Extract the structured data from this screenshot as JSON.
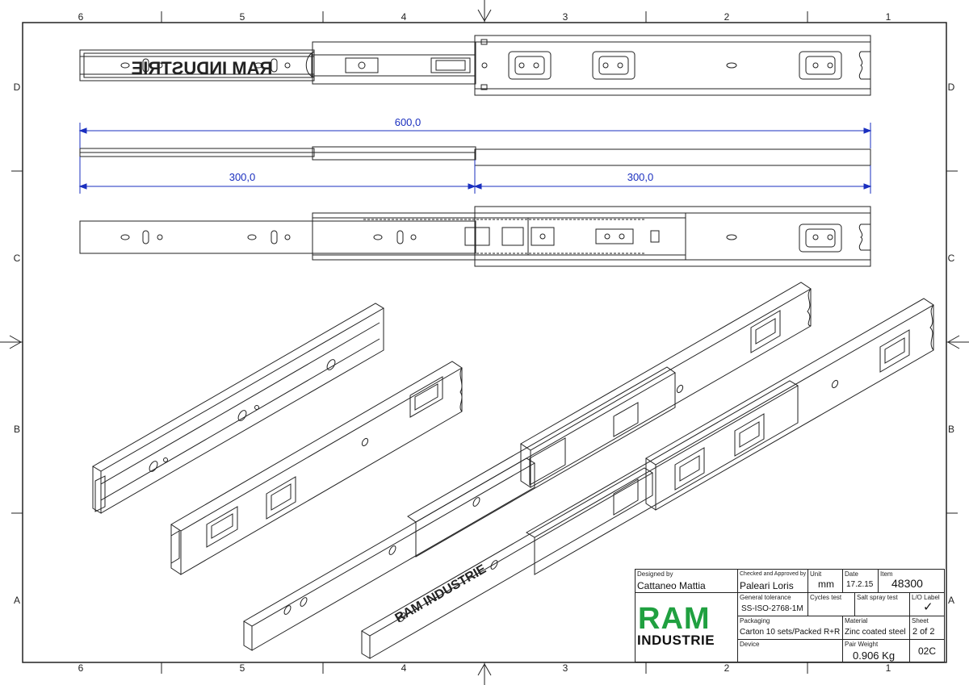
{
  "grid": {
    "columns": [
      "6",
      "5",
      "4",
      "3",
      "2",
      "1"
    ],
    "rows": [
      "D",
      "C",
      "B",
      "A"
    ]
  },
  "dimensions": {
    "total": "600,0",
    "left": "300,0",
    "right": "300,0",
    "color": "#1a2fbf"
  },
  "rail_logo": "RAM INDUSTRIE",
  "title_block": {
    "designed_by_label": "Designed by",
    "designed_by": "Cattaneo Mattia",
    "checked_label": "Checked and Approved by",
    "checked_by": "Paleari Loris",
    "unit_label": "Unit",
    "unit": "mm",
    "date_label": "Date",
    "date": "17.2.15",
    "item_label": "Item",
    "item": "48300",
    "tolerance_label": "General tolerance",
    "tolerance": "SS-ISO-2768-1M",
    "cycles_label": "Cycles test",
    "salt_label": "Salt spray test",
    "lo_label": "L/O Label",
    "lo_mark": "✓",
    "packaging_label": "Packaging",
    "packaging": "Carton 10 sets/Packed R+R",
    "material_label": "Material",
    "material": "Zinc coated steel",
    "sheet_label": "Sheet",
    "sheet": "2 of 2",
    "device_label": "Device",
    "weight_label": "Pair Weight",
    "weight": "0.906 Kg",
    "revision": "02C",
    "logo_top": "RAM",
    "logo_bottom": "INDUSTRIE",
    "logo_color": "#20a040"
  }
}
